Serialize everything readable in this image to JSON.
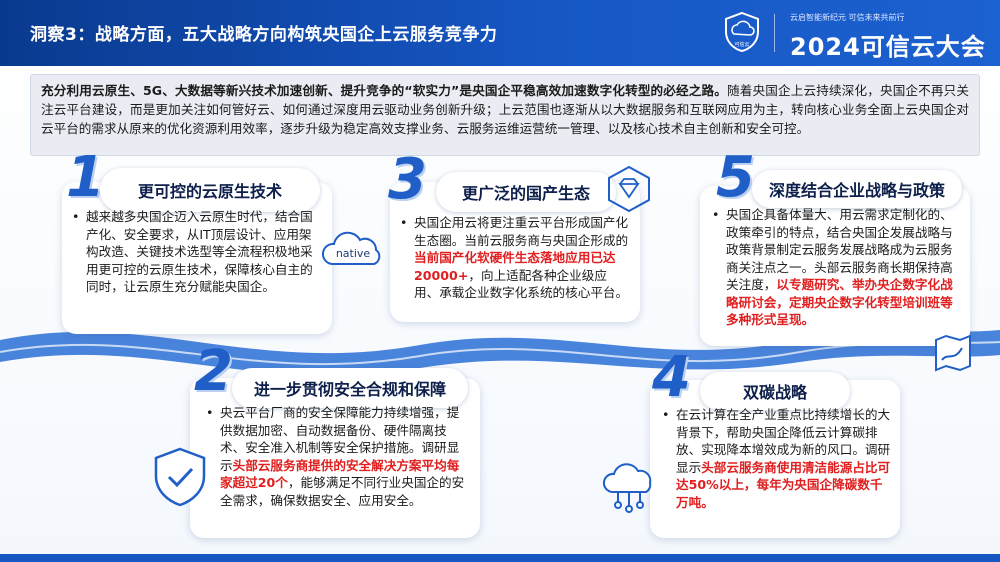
{
  "header": {
    "title": "洞察3：战略方面，五大战略方向构筑央国企上云服务竞争力",
    "brand_slogan": "云启智能新纪元  可信未来共前行",
    "brand_name": "2024可信云大会",
    "logo_label": "可信云"
  },
  "intro": {
    "bold": "充分利用云原生、5G、大数据等新兴技术加速创新、提升竞争的“软实力”是央国企平稳高效加速数字化转型的必经之路。",
    "text": "随着央国企上云持续深化，央国企不再只关注云平台建设，而是更加关注如何管好云、如何通过深度用云驱动业务创新升级；上云范围也逐渐从以大数据服务和互联网应用为主，转向核心业务全面上云央国企对云平台的需求从原来的优化资源利用效率，逐步升级为稳定高效支撑业务、云服务运维运营统一管理、以及核心技术自主创新和安全可控。"
  },
  "cards": {
    "c1": {
      "number": "1",
      "title": "更可控的云原生技术",
      "icon_text": "native",
      "text": "越来越多央国企迈入云原生时代，结合国产化、安全要求，从IT顶层设计、应用架构改造、关键技术选型等全流程积极地采用更可控的云原生技术，保障核心自主的同时，让云原生充分赋能央国企。"
    },
    "c2": {
      "number": "2",
      "title": "进一步贯彻安全合规和保障",
      "text_a": "央云平台厂商的安全保障能力持续增强，提供数据加密、自动数据备份、硬件隔离技术、安全准入机制等安全保护措施。调研显示",
      "text_red": "头部云服务商提供的安全解决方案平均每家超过20个",
      "text_b": "，能够满足不同行业央国企的安全需求，确保数据安全、应用安全。"
    },
    "c3": {
      "number": "3",
      "title": "更广泛的国产生态",
      "text_a": "央国企用云将更注重云平台形成国产化生态圈。当前云服务商与央国企形成的",
      "text_red": "当前国产化软硬件生态落地应用已达20000+",
      "text_b": "，向上适配各种企业级应用、承载企业数字化系统的核心平台。"
    },
    "c4": {
      "number": "4",
      "title": "双碳战略",
      "text_a": "在云计算在全产业重点比持续增长的大背景下，帮助央国企降低云计算碳排放、实现降本增效成为新的风口。调研显示",
      "text_red": "头部云服务商使用清洁能源占比可达50%以上，每年为央国企降碳数千万吨。",
      "text_b": ""
    },
    "c5": {
      "number": "5",
      "title": "深度结合企业战略与政策",
      "text_a": "央国企具备体量大、用云需求定制化的、政策牵引的特点，结合央国企发展战略与政策背景制定云服务发展战略成为云服务商关注点之一。头部云服务商长期保持高关注度，",
      "text_red": "以专题研究、举办央企数字化战略研讨会，定期央企数字化转型培训班等多种形式呈现。",
      "text_b": ""
    }
  },
  "colors": {
    "header_blue": "#1657c4",
    "accent_red": "#e02020",
    "number_blue": "#1f5fc7"
  },
  "icons": [
    "cloud-shield-logo",
    "native-cloud-icon",
    "diamond-icon",
    "shield-check-icon",
    "cloud-network-icon",
    "map-route-icon"
  ]
}
